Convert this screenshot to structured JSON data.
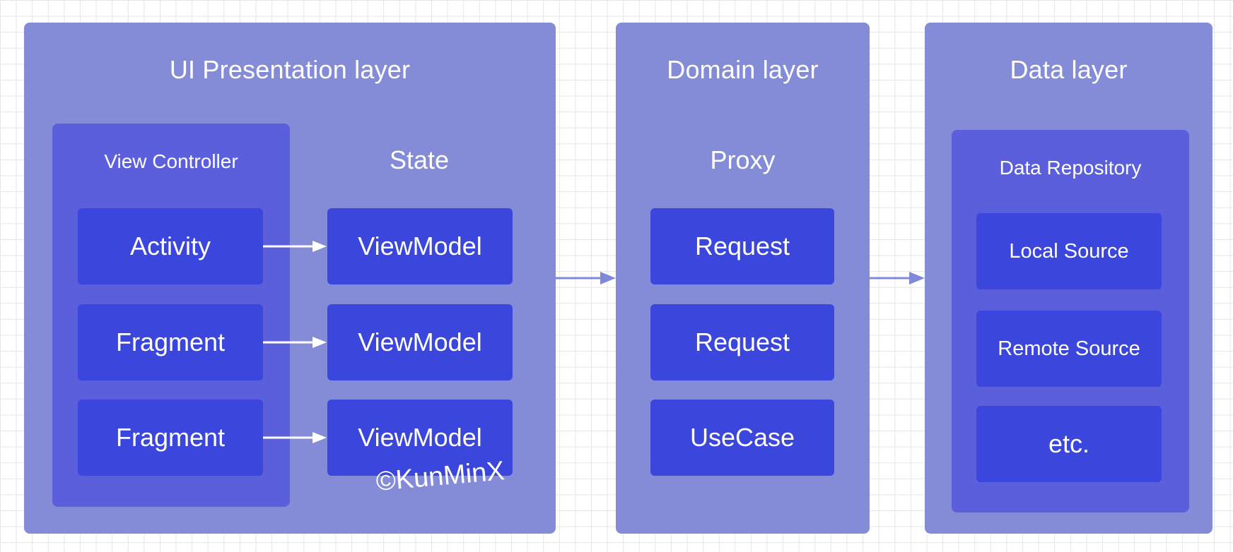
{
  "ui_layer": {
    "title": "UI Presentation layer",
    "view_controller": {
      "title": "View Controller",
      "items": [
        "Activity",
        "Fragment",
        "Fragment"
      ]
    },
    "state": {
      "title": "State",
      "items": [
        "ViewModel",
        "ViewModel",
        "ViewModel"
      ]
    }
  },
  "domain_layer": {
    "title": "Domain layer",
    "proxy": {
      "title": "Proxy",
      "items": [
        "Request",
        "Request",
        "UseCase"
      ]
    }
  },
  "data_layer": {
    "title": "Data layer",
    "repository": {
      "title": "Data Repository",
      "items": [
        "Local Source",
        "Remote Source",
        "etc."
      ]
    }
  },
  "watermark": "©KunMinX",
  "colors": {
    "layer": "#848cd8",
    "group": "#5b5fdc",
    "box": "#3a46dc",
    "arrow_light": "#ffffff",
    "arrow_dark": "#7f88d9"
  }
}
